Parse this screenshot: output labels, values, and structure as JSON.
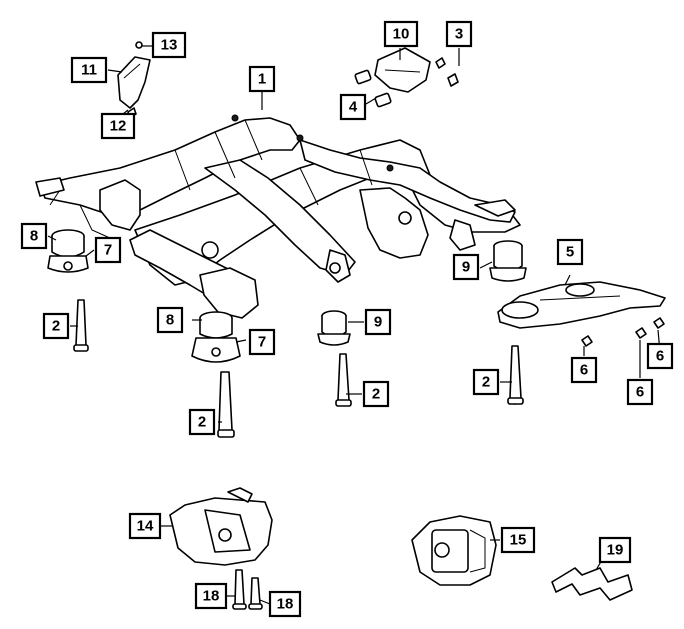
{
  "callouts": {
    "c1": "1",
    "c2a": "2",
    "c2b": "2",
    "c2c": "2",
    "c2d": "2",
    "c3": "3",
    "c4": "4",
    "c5": "5",
    "c6a": "6",
    "c6b": "6",
    "c6c": "6",
    "c7a": "7",
    "c7b": "7",
    "c8a": "8",
    "c8b": "8",
    "c9a": "9",
    "c9b": "9",
    "c10": "10",
    "c11": "11",
    "c12": "12",
    "c13": "13",
    "c14": "14",
    "c15": "15",
    "c18a": "18",
    "c18b": "18",
    "c19": "19"
  }
}
